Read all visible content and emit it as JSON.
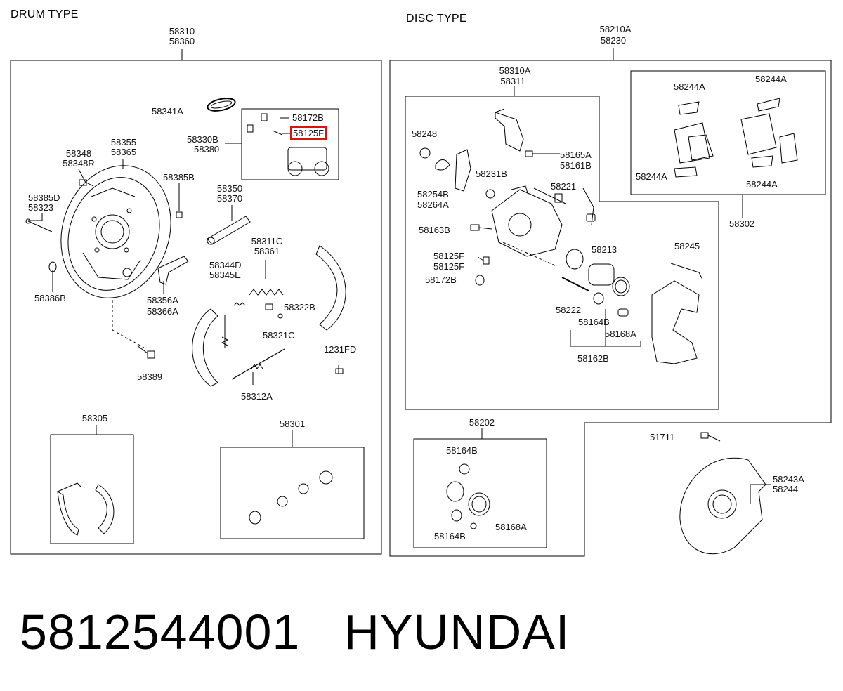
{
  "sections": {
    "drum_title": "DRUM TYPE",
    "disc_title": "DISC TYPE"
  },
  "drum": {
    "top1": "58310",
    "top2": "58360",
    "l58341A": "58341A",
    "l58172B": "58172B",
    "l58125F": "58125F",
    "l58330B": "58330B",
    "l58380": "58380",
    "l58355": "58355",
    "l58365": "58365",
    "l58348": "58348",
    "l58348R": "58348R",
    "l58385B": "58385B",
    "l58385D": "58385D",
    "l58323": "58323",
    "l58350": "58350",
    "l58370": "58370",
    "l58311C": "58311C",
    "l58361": "58361",
    "l58344D": "58344D",
    "l58345E": "58345E",
    "l58356A": "58356A",
    "l58366A": "58366A",
    "l58386B": "58386B",
    "l58322B": "58322B",
    "l58321C": "58321C",
    "l1231FD": "1231FD",
    "l58389": "58389",
    "l58312A": "58312A",
    "l58305": "58305",
    "l58301": "58301"
  },
  "disc": {
    "top1": "58210A",
    "top2": "58230",
    "l58310A": "58310A",
    "l58311": "58311",
    "l58244A_1": "58244A",
    "l58244A_2": "58244A",
    "l58244A_3": "58244A",
    "l58244A_4": "58244A",
    "l58248": "58248",
    "l58165A": "58165A",
    "l58161B": "58161B",
    "l58231B": "58231B",
    "l58254B": "58254B",
    "l58264A": "58264A",
    "l58221": "58221",
    "l58302": "58302",
    "l58163B": "58163B",
    "l58213": "58213",
    "l58245": "58245",
    "l58125F": "58125F",
    "l58125F_2": "58125F",
    "l58172B": "58172B",
    "l58222": "58222",
    "l58164B": "58164B",
    "l58168A": "58168A",
    "l58162B": "58162B",
    "l58202": "58202",
    "k58164B_1": "58164B",
    "k58164B_2": "58164B",
    "k58168A": "58168A",
    "l51711": "51711",
    "l58243A": "58243A",
    "l58244": "58244"
  },
  "footer": {
    "part_number": "5812544001",
    "brand": "HYUNDAI"
  },
  "colors": {
    "line": "#000000",
    "highlight": "#dd1111"
  }
}
